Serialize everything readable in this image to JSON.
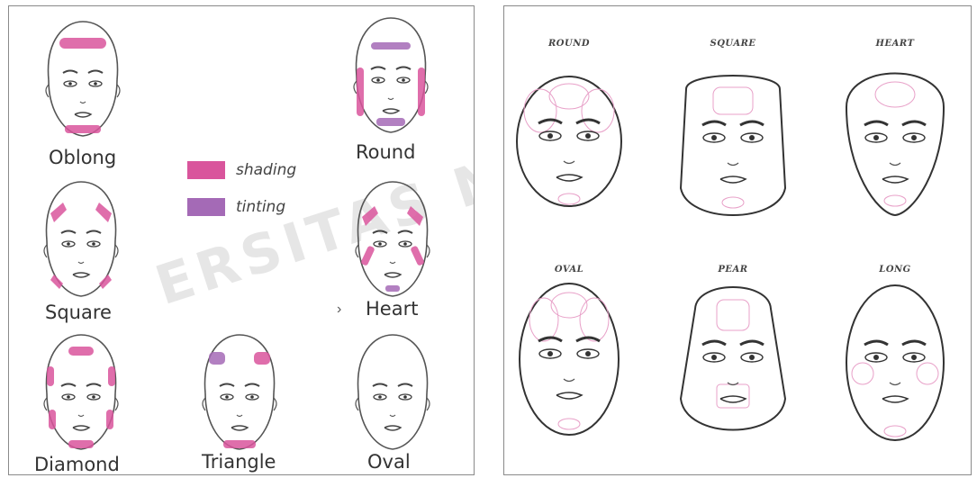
{
  "left_diagram": {
    "labels": {
      "oblong": "Oblong",
      "round": "Round",
      "square": "Square",
      "heart": "Heart",
      "diamond": "Diamond",
      "triangle": "Triangle",
      "oval": "Oval"
    },
    "legend": {
      "shading": "shading",
      "tinting": "tinting"
    },
    "stray_mark": "›",
    "colors": {
      "shading": "#d9559c",
      "tinting": "#a46ab6"
    }
  },
  "right_diagram": {
    "titles": {
      "round": "ROUND",
      "square": "SQUARE",
      "heart": "HEART",
      "oval": "OVAL",
      "pear": "PEAR",
      "long": "LONG"
    },
    "colors": {
      "outline": "#333333",
      "zone": "#e8a0c8"
    }
  },
  "watermark": "ERSITAS NEGERI"
}
